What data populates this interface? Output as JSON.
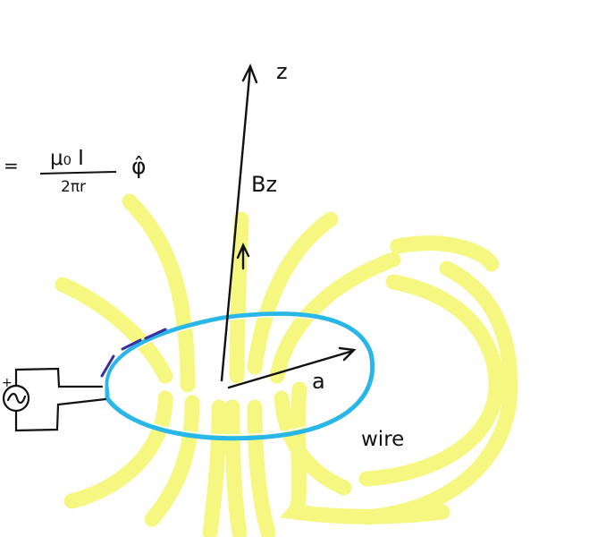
{
  "labels": {
    "z_axis": "z",
    "b_field": "Bz",
    "radius": "a",
    "wire": "wire",
    "equation_prefix": "=",
    "equation_numerator": "μ₀ I",
    "equation_denominator": "2πr",
    "equation_unit_vector": "φ̂",
    "source_plus": "+"
  },
  "colors": {
    "field_lines": "#f6f77a",
    "loop": "#29b6e8",
    "ink": "#111111",
    "current_marks": "#3b2d9c"
  }
}
